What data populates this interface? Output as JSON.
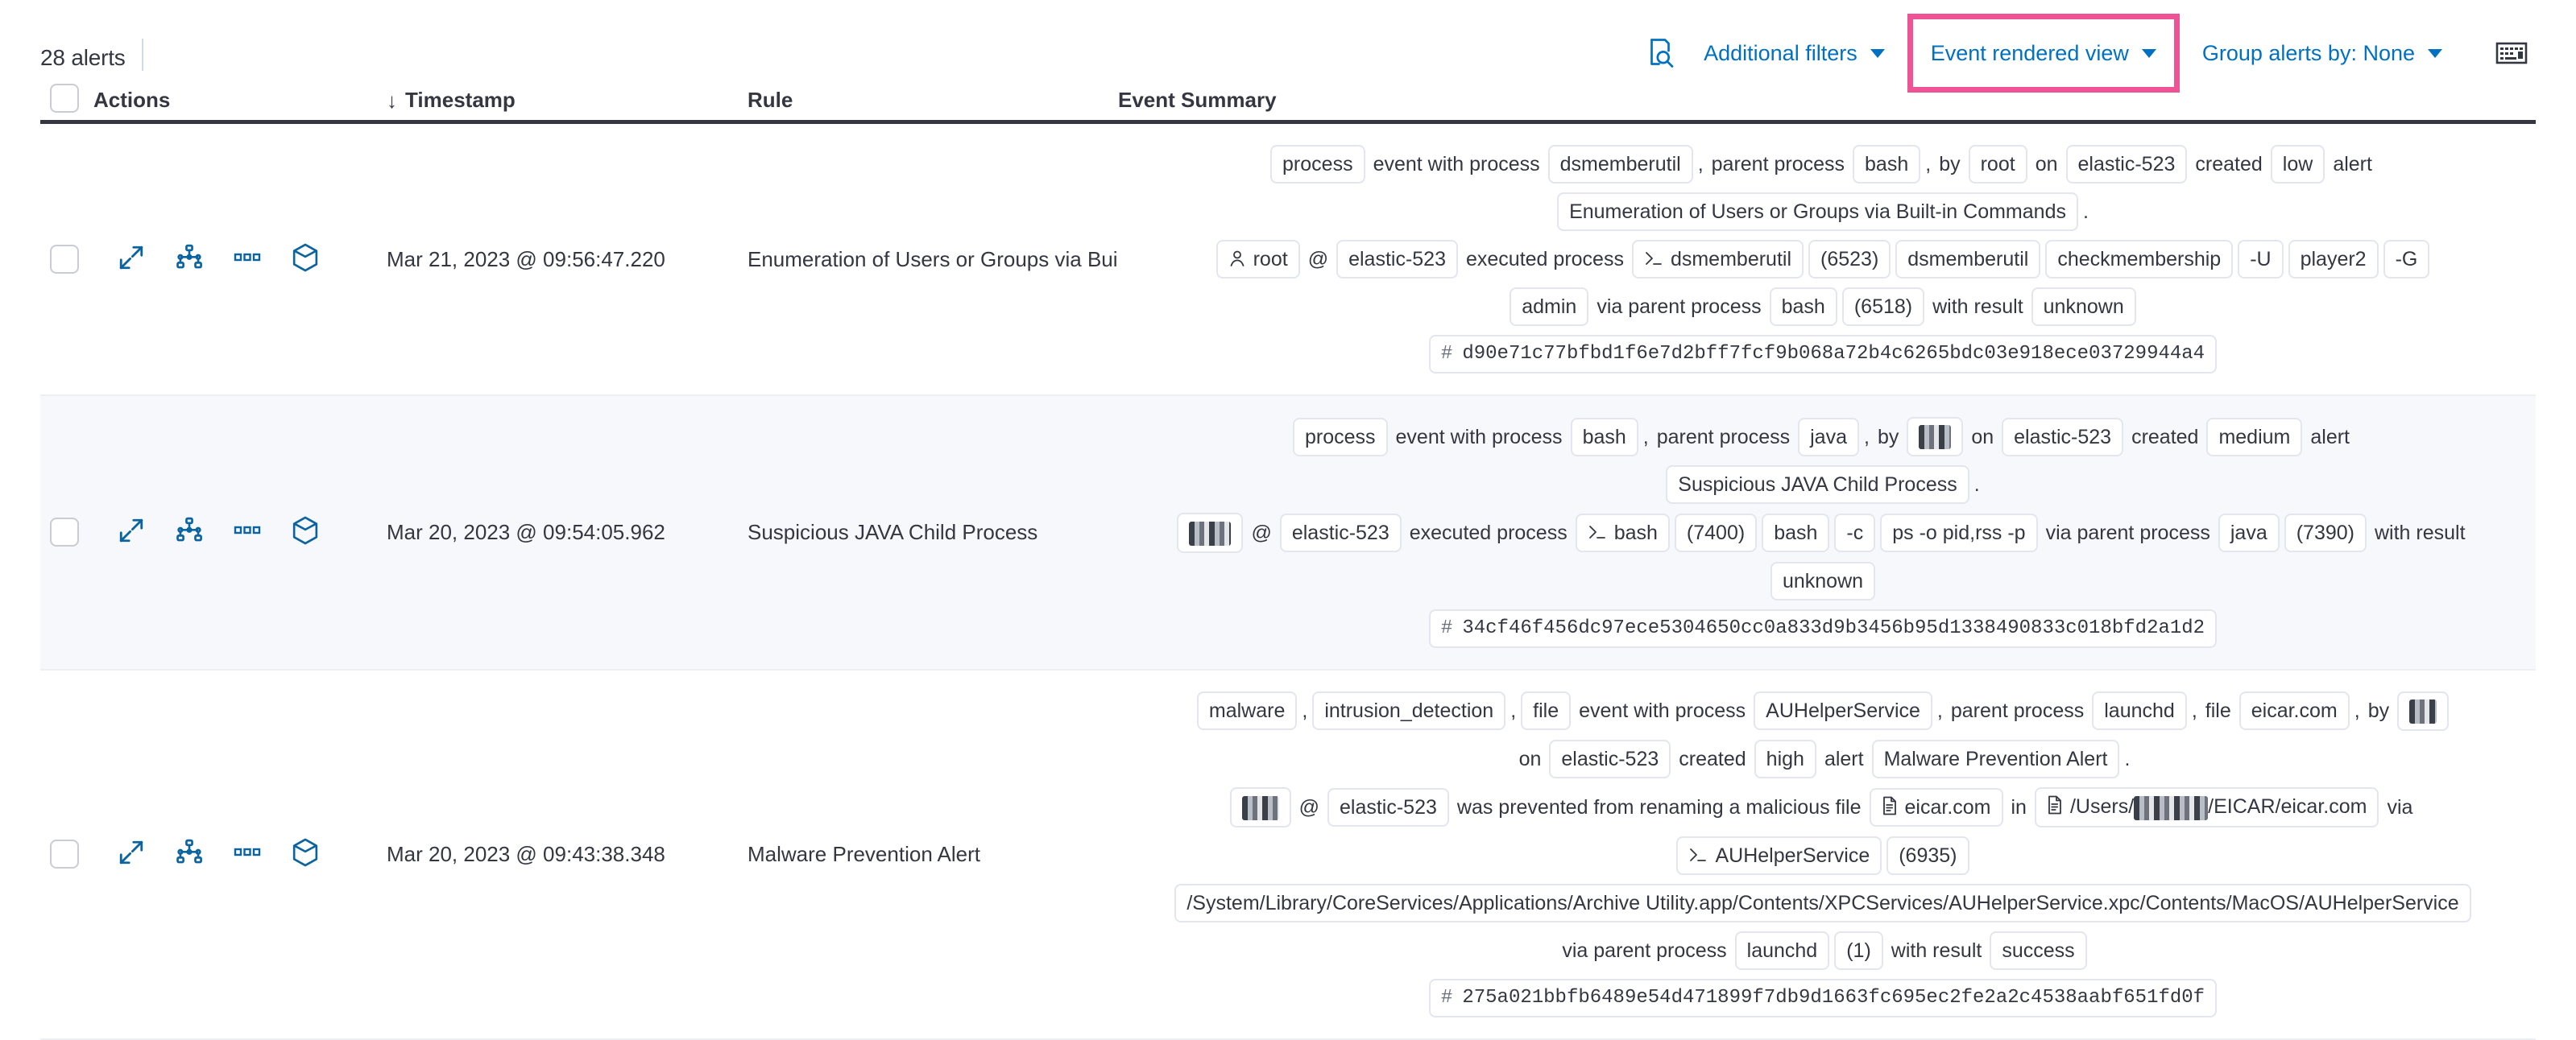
{
  "toolbar": {
    "alert_count": "28 alerts",
    "search_icon": "inspect-search-icon",
    "additional_filters": "Additional filters",
    "event_rendered_view": "Event rendered view",
    "group_alerts_by": "Group alerts by: None",
    "keyboard_icon": "keyboard-icon",
    "highlight_color": "#ee5396",
    "link_color": "#0071c2"
  },
  "table": {
    "headers": {
      "actions": "Actions",
      "timestamp": "Timestamp",
      "rule": "Rule",
      "event_summary": "Event Summary",
      "sort_arrow": "↓"
    },
    "row_actions": [
      "expand-alert-icon",
      "analyze-event-icon",
      "more-actions-icon",
      "session-view-icon"
    ],
    "rows": [
      {
        "timestamp": "Mar 21, 2023 @ 09:56:47.220",
        "rule": "Enumeration of Users or Groups via Bui",
        "summary_lines": [
          [
            {
              "t": "chip",
              "v": "process"
            },
            {
              "t": "txt",
              "v": "event with process"
            },
            {
              "t": "chip",
              "v": "dsmemberutil"
            },
            {
              "t": "punct",
              "v": ","
            },
            {
              "t": "txt",
              "v": "parent process"
            },
            {
              "t": "chip",
              "v": "bash"
            },
            {
              "t": "punct",
              "v": ","
            },
            {
              "t": "txt",
              "v": "by"
            },
            {
              "t": "chip",
              "v": "root"
            },
            {
              "t": "txt",
              "v": "on"
            },
            {
              "t": "chip",
              "v": "elastic-523"
            },
            {
              "t": "txt",
              "v": "created"
            },
            {
              "t": "chip",
              "v": "low"
            },
            {
              "t": "txt",
              "v": "alert"
            }
          ],
          [
            {
              "t": "chip",
              "v": "Enumeration of Users or Groups via Built-in Commands"
            },
            {
              "t": "punct",
              "v": "."
            }
          ],
          [
            {
              "t": "chip",
              "v": "root",
              "icon": "user-icon"
            },
            {
              "t": "txt",
              "v": "@"
            },
            {
              "t": "chip",
              "v": "elastic-523"
            },
            {
              "t": "txt",
              "v": "executed process"
            },
            {
              "t": "chip",
              "v": "dsmemberutil",
              "icon": "console-icon"
            },
            {
              "t": "chip",
              "v": "(6523)"
            },
            {
              "t": "chip",
              "v": "dsmemberutil"
            },
            {
              "t": "chip",
              "v": "checkmembership"
            },
            {
              "t": "chip",
              "v": "-U"
            },
            {
              "t": "chip",
              "v": "player2"
            },
            {
              "t": "chip",
              "v": "-G"
            }
          ],
          [
            {
              "t": "chip",
              "v": "admin"
            },
            {
              "t": "txt",
              "v": "via parent process"
            },
            {
              "t": "chip",
              "v": "bash"
            },
            {
              "t": "chip",
              "v": "(6518)"
            },
            {
              "t": "txt",
              "v": "with result"
            },
            {
              "t": "chip",
              "v": "unknown"
            }
          ],
          [
            {
              "t": "chip",
              "v": "d90e71c77bfbd1f6e7d2bff7fcf9b068a72b4c6265bdc03e918ece03729944a4",
              "mono": true,
              "hash": "#"
            }
          ]
        ]
      },
      {
        "timestamp": "Mar 20, 2023 @ 09:54:05.962",
        "rule": "Suspicious JAVA Child Process",
        "summary_lines": [
          [
            {
              "t": "chip",
              "v": "process"
            },
            {
              "t": "txt",
              "v": "event with process"
            },
            {
              "t": "chip",
              "v": "bash"
            },
            {
              "t": "punct",
              "v": ","
            },
            {
              "t": "txt",
              "v": "parent process"
            },
            {
              "t": "chip",
              "v": "java"
            },
            {
              "t": "punct",
              "v": ","
            },
            {
              "t": "txt",
              "v": "by"
            },
            {
              "t": "chip",
              "redacted": 40
            },
            {
              "t": "txt",
              "v": "on"
            },
            {
              "t": "chip",
              "v": "elastic-523"
            },
            {
              "t": "txt",
              "v": "created"
            },
            {
              "t": "chip",
              "v": "medium"
            },
            {
              "t": "txt",
              "v": "alert"
            }
          ],
          [
            {
              "t": "chip",
              "v": "Suspicious JAVA Child Process"
            },
            {
              "t": "punct",
              "v": "."
            }
          ],
          [
            {
              "t": "chip",
              "redacted": 52
            },
            {
              "t": "txt",
              "v": "@"
            },
            {
              "t": "chip",
              "v": "elastic-523"
            },
            {
              "t": "txt",
              "v": "executed process"
            },
            {
              "t": "chip",
              "v": "bash",
              "icon": "console-icon"
            },
            {
              "t": "chip",
              "v": "(7400)"
            },
            {
              "t": "chip",
              "v": "bash"
            },
            {
              "t": "chip",
              "v": "-c"
            },
            {
              "t": "chip",
              "v": "ps -o pid,rss -p"
            },
            {
              "t": "txt",
              "v": "via parent process"
            },
            {
              "t": "chip",
              "v": "java"
            },
            {
              "t": "chip",
              "v": "(7390)"
            },
            {
              "t": "txt",
              "v": "with result"
            }
          ],
          [
            {
              "t": "chip",
              "v": "unknown"
            }
          ],
          [
            {
              "t": "chip",
              "v": "34cf46f456dc97ece5304650cc0a833d9b3456b95d1338490833c018bfd2a1d2",
              "mono": true,
              "hash": "#"
            }
          ]
        ]
      },
      {
        "timestamp": "Mar 20, 2023 @ 09:43:38.348",
        "rule": "Malware Prevention Alert",
        "summary_lines": [
          [
            {
              "t": "chip",
              "v": "malware"
            },
            {
              "t": "punct",
              "v": ","
            },
            {
              "t": "chip",
              "v": "intrusion_detection"
            },
            {
              "t": "punct",
              "v": ","
            },
            {
              "t": "chip",
              "v": "file"
            },
            {
              "t": "txt",
              "v": "event with process"
            },
            {
              "t": "chip",
              "v": "AUHelperService"
            },
            {
              "t": "punct",
              "v": ","
            },
            {
              "t": "txt",
              "v": "parent process"
            },
            {
              "t": "chip",
              "v": "launchd"
            },
            {
              "t": "punct",
              "v": ","
            },
            {
              "t": "txt",
              "v": "file"
            },
            {
              "t": "chip",
              "v": "eicar.com"
            },
            {
              "t": "punct",
              "v": ","
            },
            {
              "t": "txt",
              "v": "by"
            },
            {
              "t": "chip",
              "redacted": 34
            }
          ],
          [
            {
              "t": "txt",
              "v": "on"
            },
            {
              "t": "chip",
              "v": "elastic-523"
            },
            {
              "t": "txt",
              "v": "created"
            },
            {
              "t": "chip",
              "v": "high"
            },
            {
              "t": "txt",
              "v": "alert"
            },
            {
              "t": "chip",
              "v": "Malware Prevention Alert"
            },
            {
              "t": "punct",
              "v": "."
            }
          ],
          [
            {
              "t": "chip",
              "redacted": 46
            },
            {
              "t": "txt",
              "v": "@"
            },
            {
              "t": "chip",
              "v": "elastic-523"
            },
            {
              "t": "txt",
              "v": "was prevented from renaming a malicious file"
            },
            {
              "t": "chip",
              "v": "eicar.com",
              "icon": "file-icon"
            },
            {
              "t": "txt",
              "v": "in"
            },
            {
              "t": "chip",
              "v": "/Users/",
              "v2": "/EICAR/eicar.com",
              "icon": "file-icon",
              "redact_mid": 92
            },
            {
              "t": "txt",
              "v": "via"
            }
          ],
          [
            {
              "t": "chip",
              "v": "AUHelperService",
              "icon": "console-icon"
            },
            {
              "t": "chip",
              "v": "(6935)"
            }
          ],
          [
            {
              "t": "chip",
              "v": "/System/Library/CoreServices/Applications/Archive Utility.app/Contents/XPCServices/AUHelperService.xpc/Contents/MacOS/AUHelperService"
            }
          ],
          [
            {
              "t": "txt",
              "v": "via parent process"
            },
            {
              "t": "chip",
              "v": "launchd"
            },
            {
              "t": "chip",
              "v": "(1)"
            },
            {
              "t": "txt",
              "v": "with result"
            },
            {
              "t": "chip",
              "v": "success"
            }
          ],
          [
            {
              "t": "chip",
              "v": "275a021bbfb6489e54d471899f7db9d1663fc695ec2fe2a2c4538aabf651fd0f",
              "mono": true,
              "hash": "#"
            }
          ]
        ]
      }
    ]
  }
}
